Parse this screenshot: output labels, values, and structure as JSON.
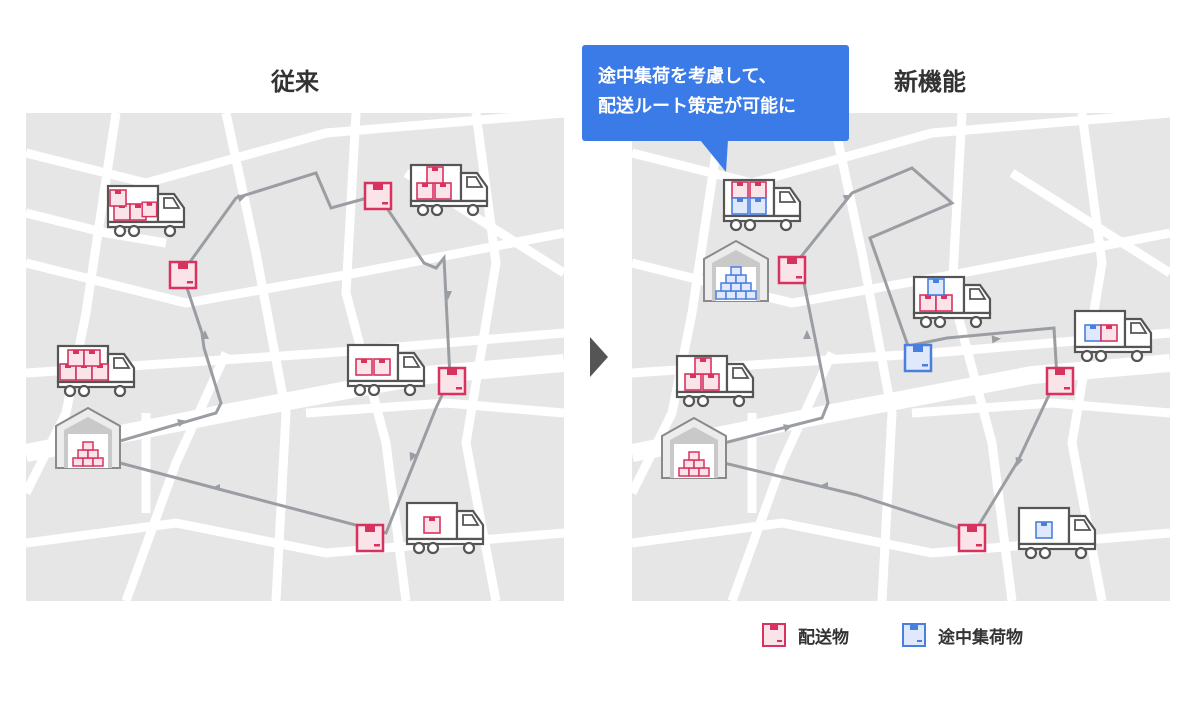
{
  "panels": {
    "left_title": "従来",
    "right_title": "新機能"
  },
  "callout": {
    "line1": "途中集荷を考慮して、",
    "line2": "配送ルート策定が可能に"
  },
  "legend": {
    "delivery_label": "配送物",
    "pickup_label": "途中集荷物"
  },
  "colors": {
    "delivery": "#d8335f",
    "pickup": "#4a7fe0",
    "route": "#9a9ea3",
    "map_bg": "#e6e6e6",
    "road": "#ffffff",
    "callout_bg": "#3a7be8"
  },
  "icons": [
    "truck-icon",
    "warehouse-icon",
    "delivery-box-icon",
    "pickup-box-icon",
    "route-arrow-icon"
  ]
}
